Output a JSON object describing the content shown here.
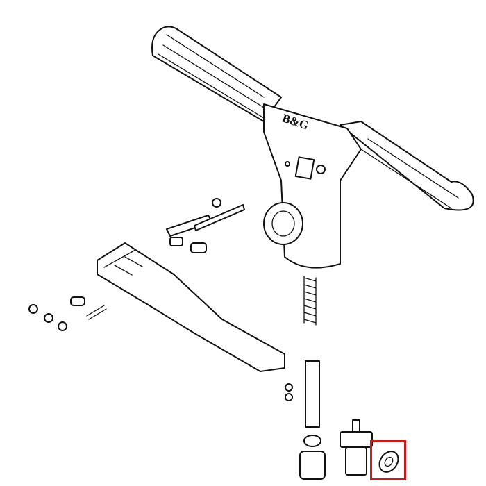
{
  "diagram": {
    "type": "exploded-parts-view",
    "subject": "valve tool with T-handle and lever",
    "brand_label": "B&G",
    "highlight": {
      "color": "#c41e1e",
      "part": "washer",
      "position": "bottom-right"
    },
    "parts": [
      "T-handle body",
      "spring",
      "lever arm",
      "pins",
      "screws",
      "nuts",
      "valve stem",
      "fitting",
      "washer"
    ]
  }
}
